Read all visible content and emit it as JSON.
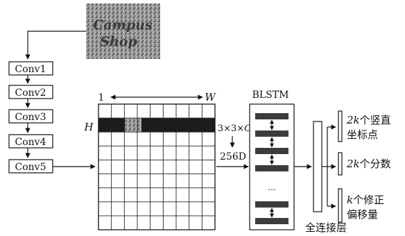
{
  "image_text": {
    "line1": "Campus",
    "line2": "Shop"
  },
  "conv_layers": [
    "Conv1",
    "Conv2",
    "Conv3",
    "Conv4",
    "Conv5"
  ],
  "feature_map": {
    "width_label": "1",
    "width_symbol": "W",
    "height_symbol": "H",
    "window_label_prefix": "3×3×",
    "window_label_var": "C",
    "vector_label": "256D"
  },
  "blstm": {
    "title": "BLSTM",
    "ellipsis": "..."
  },
  "fc_layer": {
    "label": "全连接层"
  },
  "outputs": [
    {
      "var": "2k",
      "text": "个竖直",
      "text2": "坐标点"
    },
    {
      "var": "2k",
      "text": "个分数",
      "text2": ""
    },
    {
      "var": "k",
      "text": "个修正",
      "text2": "偏移量"
    }
  ]
}
